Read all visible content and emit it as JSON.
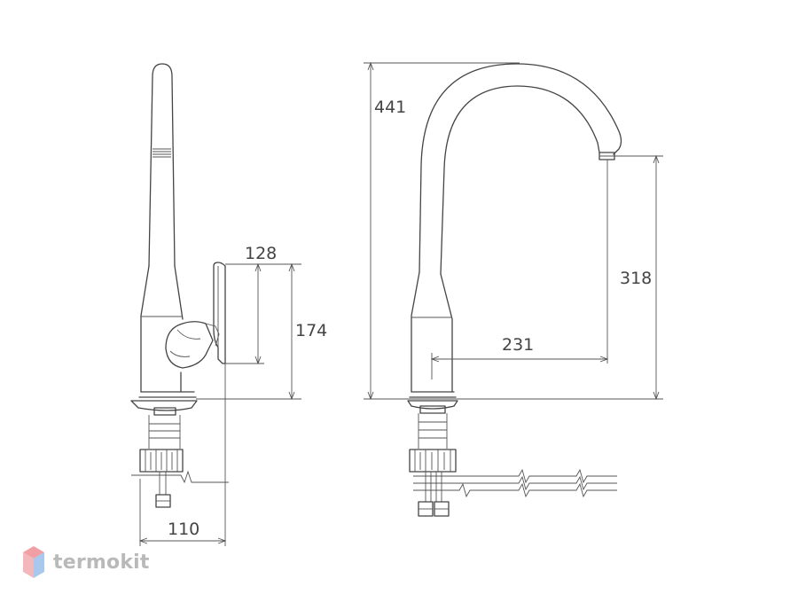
{
  "dimensions": {
    "side_width": "110",
    "lever_height": "128",
    "lever_top_height": "174",
    "total_height": "441",
    "spout_height": "318",
    "spout_reach": "231"
  },
  "brand": {
    "name": "termokit",
    "logo_colors": {
      "top": "#f0a0a4",
      "left": "#f2b8bb",
      "right": "#a8c8ee"
    }
  },
  "colors": {
    "line": "#444444",
    "text": "#444444"
  }
}
